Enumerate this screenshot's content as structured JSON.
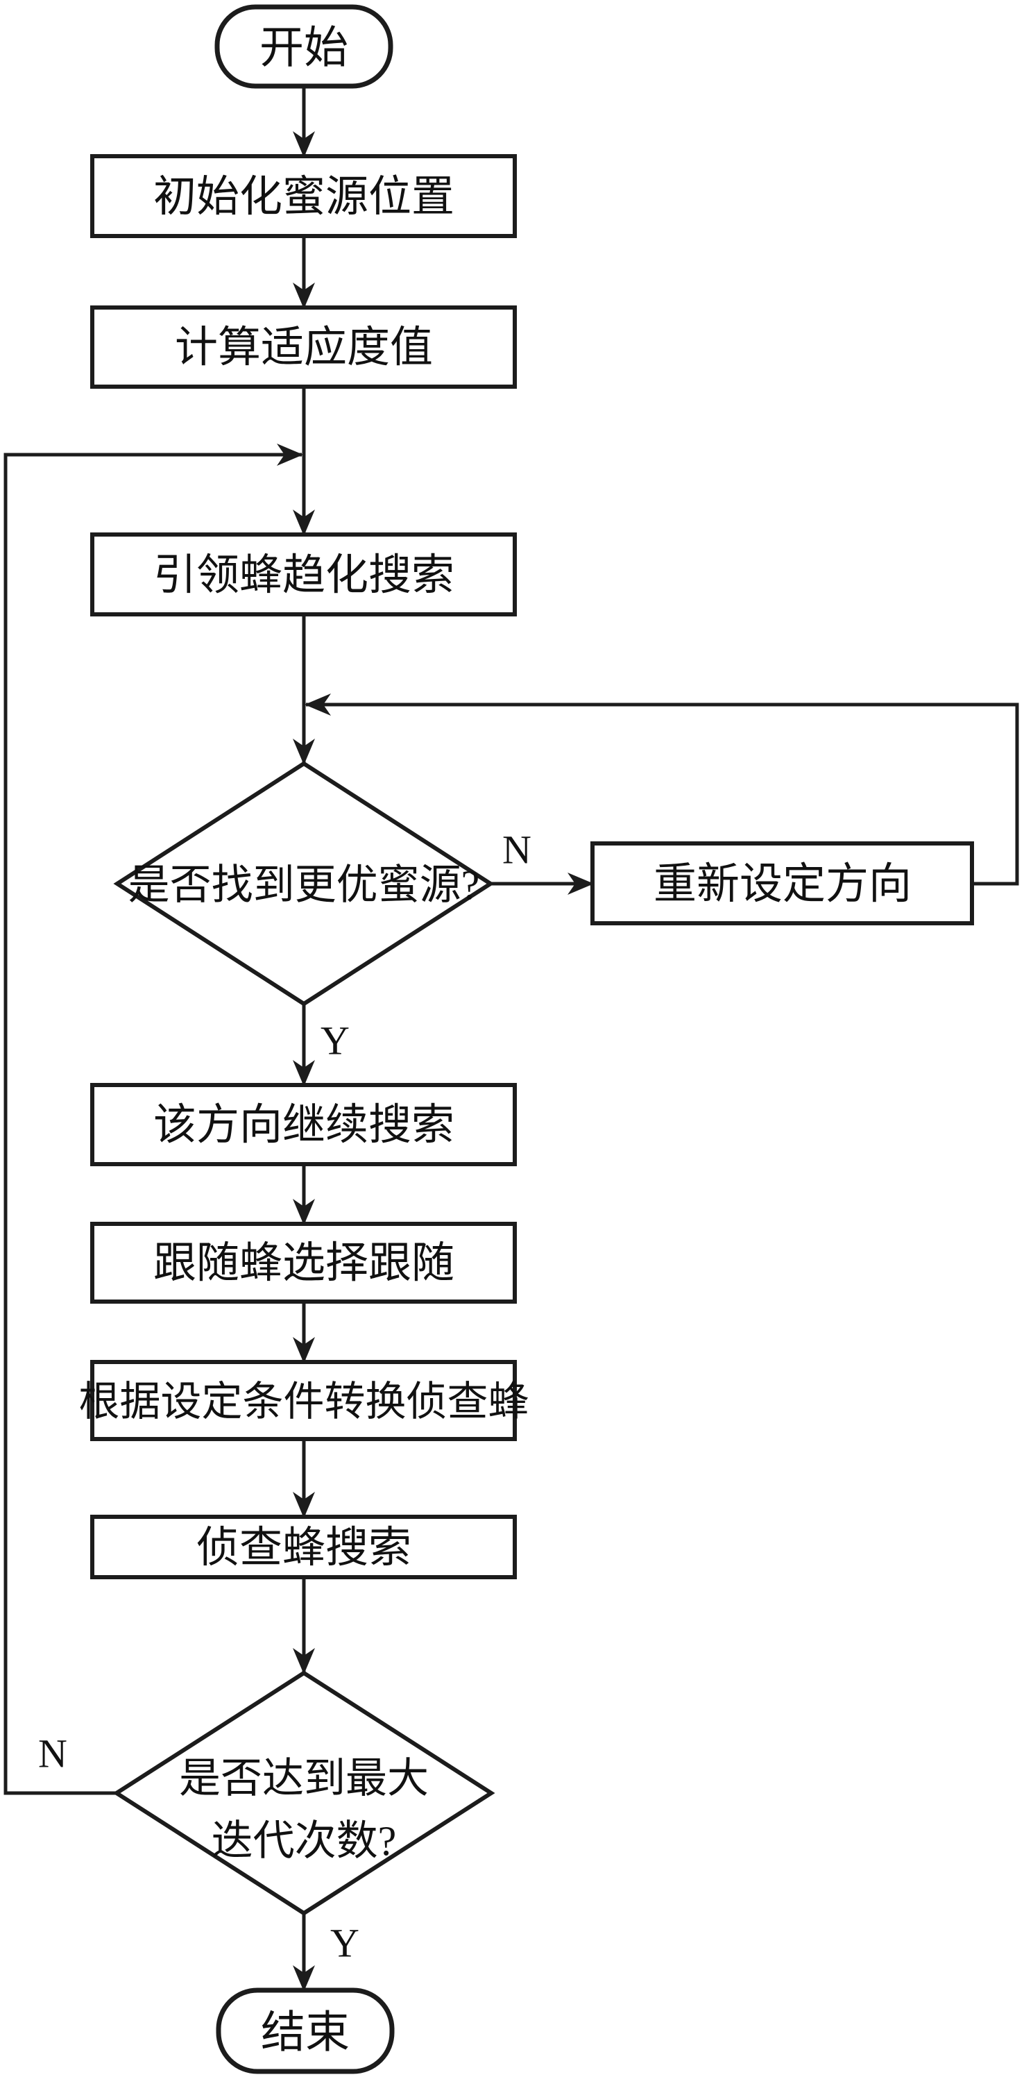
{
  "diagram": {
    "description": "Artificial bee colony algorithm flowchart",
    "colors": {
      "background": "#ffffff",
      "stroke": "#1c1c1c",
      "text": "#111111"
    },
    "nodes": {
      "start": {
        "type": "terminal",
        "label": "开始"
      },
      "init_source": {
        "type": "process",
        "label": "初始化蜜源位置"
      },
      "calc_fitness": {
        "type": "process",
        "label": "计算适应度值"
      },
      "employed_search": {
        "type": "process",
        "label": "引领蜂趋化搜索"
      },
      "better_source": {
        "type": "decision",
        "label": "是否找到更优蜜源?"
      },
      "reset_direction": {
        "type": "process",
        "label": "重新设定方向"
      },
      "continue_search": {
        "type": "process",
        "label": "该方向继续搜索"
      },
      "onlooker_follow": {
        "type": "process",
        "label": "跟随蜂选择跟随"
      },
      "convert_scout": {
        "type": "process",
        "label": "根据设定条件转换侦查蜂"
      },
      "scout_search": {
        "type": "process",
        "label": "侦查蜂搜索"
      },
      "max_iterations": {
        "type": "decision",
        "label_line1": "是否达到最大",
        "label_line2": "迭代次数?"
      },
      "end": {
        "type": "terminal",
        "label": "结束"
      }
    },
    "branch_labels": {
      "better_source_no": "N",
      "better_source_yes": "Y",
      "max_iterations_no": "N",
      "max_iterations_yes": "Y"
    }
  }
}
